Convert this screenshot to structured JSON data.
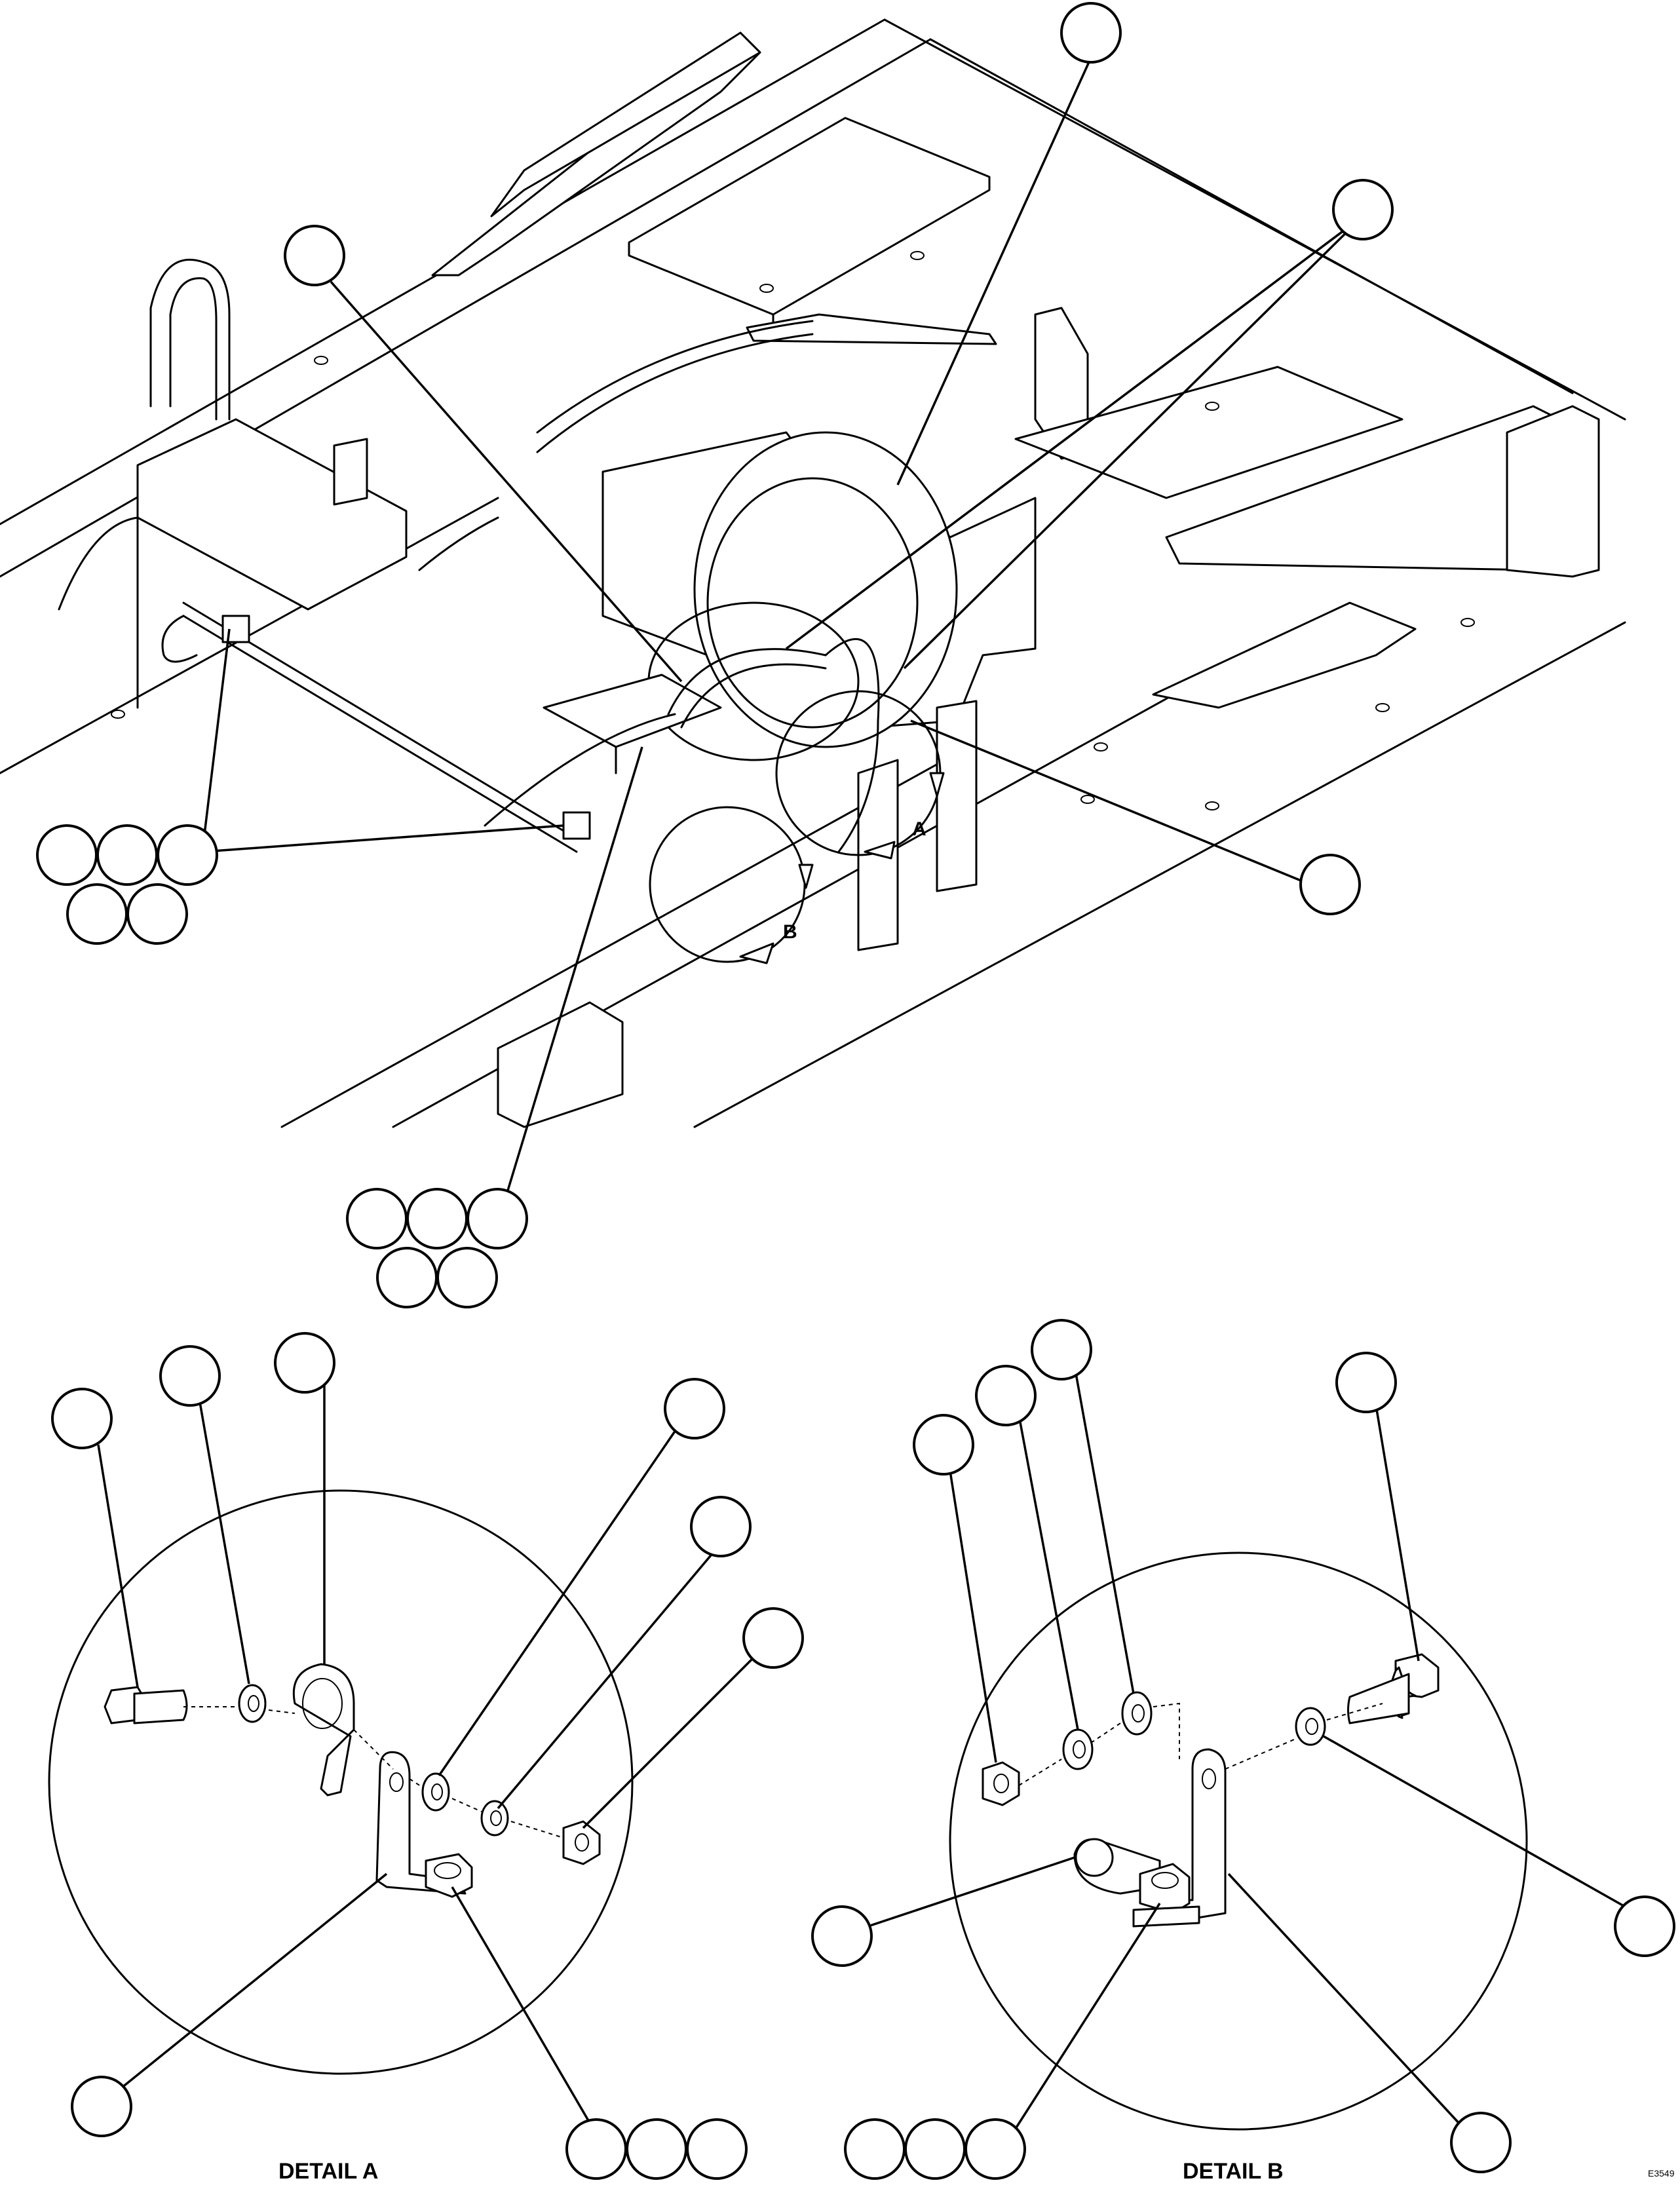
{
  "detail_a": {
    "label": "DETAIL A",
    "marker": "A"
  },
  "detail_b": {
    "label": "DETAIL B",
    "marker": "B"
  },
  "figure_code": "E3549"
}
